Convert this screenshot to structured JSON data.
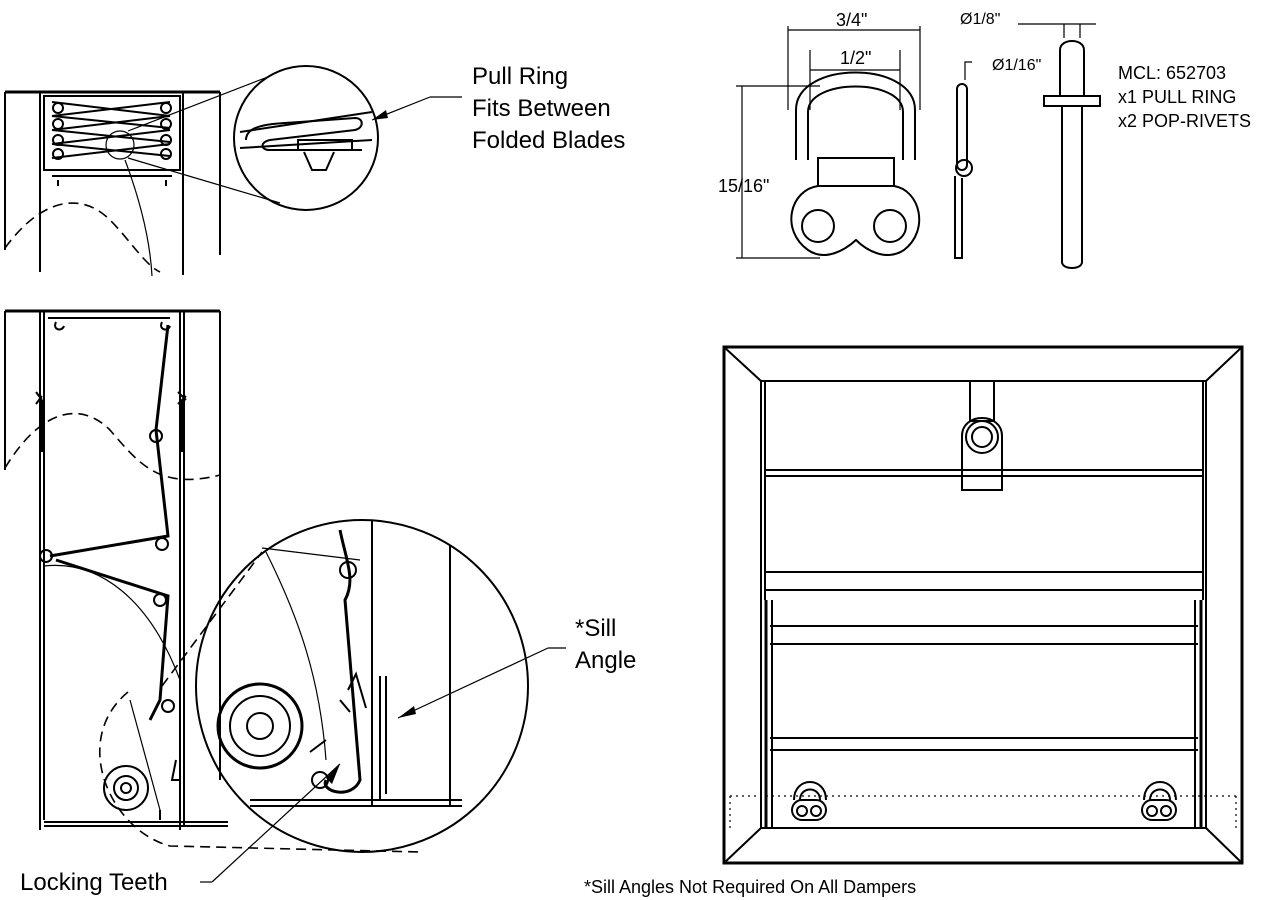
{
  "labels": {
    "pull_ring_line1": "Pull Ring",
    "pull_ring_line2": "Fits Between",
    "pull_ring_line3": "Folded Blades",
    "sill_line1": "*Sill",
    "sill_line2": "Angle",
    "locking_teeth": "Locking Teeth",
    "footnote": "*Sill Angles Not Required On All Dampers"
  },
  "dimensions": {
    "width_outer": "3/4\"",
    "width_inner": "1/2\"",
    "height": "15/16\"",
    "dia_rivet_head": "Ø1/8\"",
    "dia_pin": "Ø1/16\""
  },
  "parts": {
    "mcl": "MCL: 652703",
    "qty_ring": "x1 PULL RING",
    "qty_rivets": "x2 POP-RIVETS"
  }
}
